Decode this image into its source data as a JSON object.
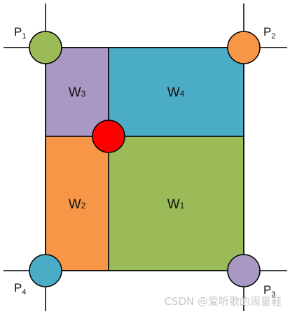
{
  "diagram": {
    "colors": {
      "w1": "#9BBB59",
      "w2": "#F79646",
      "w3": "#A997C4",
      "w4": "#4BACC6",
      "p1": "#9BBB59",
      "p2": "#F79646",
      "p3": "#A997C4",
      "p4": "#4BACC6",
      "center": "#FF0000",
      "stroke": "#000000"
    },
    "regions": {
      "w1": {
        "letter": "W",
        "sub": "1"
      },
      "w2": {
        "letter": "W",
        "sub": "2"
      },
      "w3": {
        "letter": "W",
        "sub": "3"
      },
      "w4": {
        "letter": "W",
        "sub": "4"
      }
    },
    "points": {
      "p1": {
        "letter": "P",
        "sub": "1"
      },
      "p2": {
        "letter": "P",
        "sub": "2"
      },
      "p3": {
        "letter": "P",
        "sub": "3"
      },
      "p4": {
        "letter": "P",
        "sub": "4"
      }
    }
  },
  "watermark": "CSDN @爱听歌的周童鞋"
}
